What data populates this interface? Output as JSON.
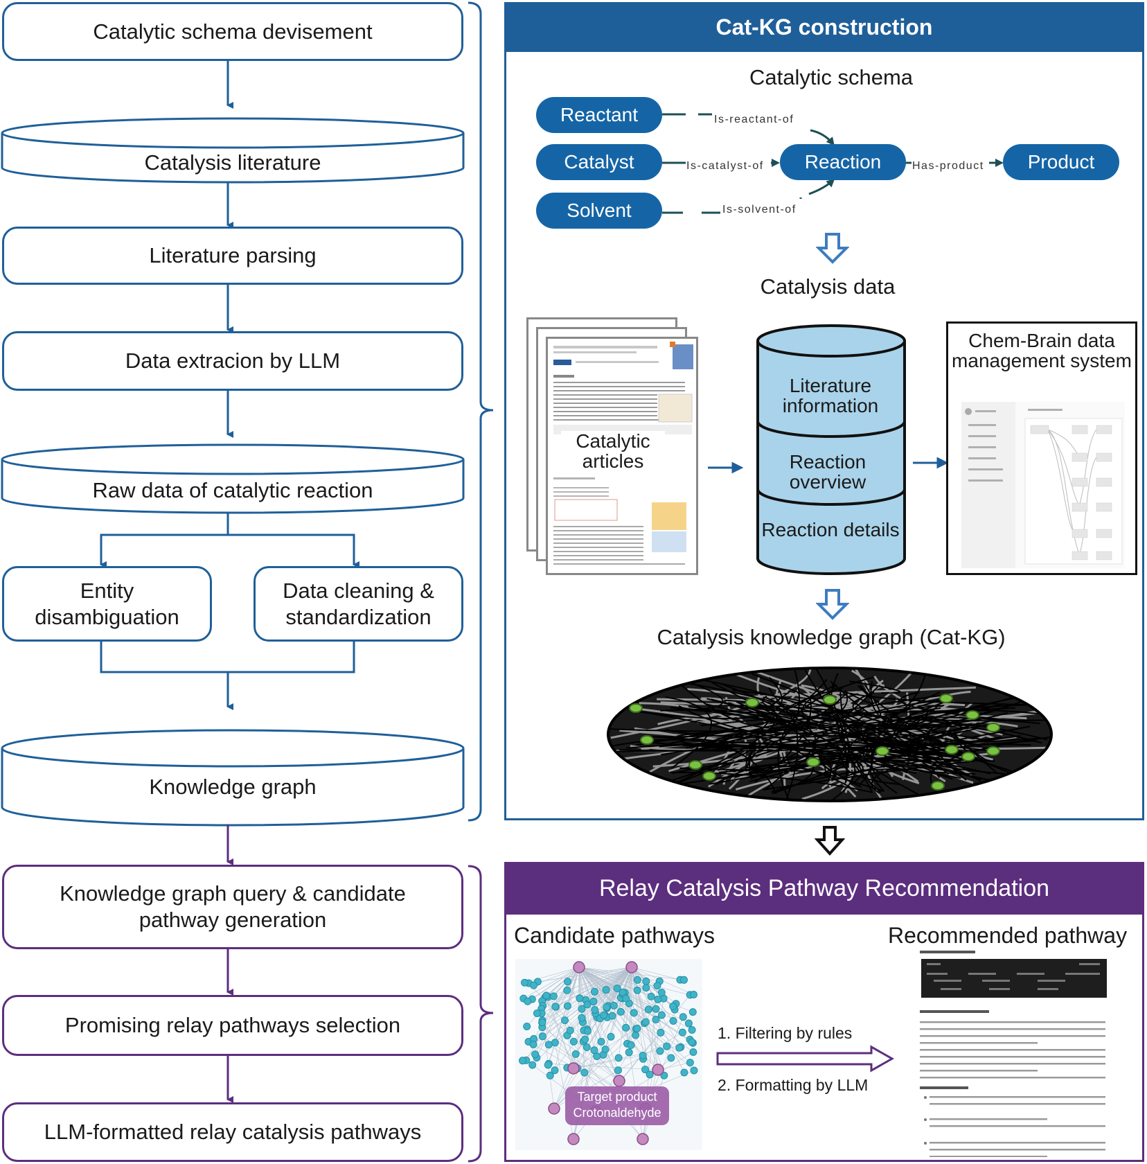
{
  "left_flow": {
    "step1": "Catalytic schema devisement",
    "db1": "Catalysis literature",
    "step2": "Literature parsing",
    "step3": "Data extracion by LLM",
    "db2": "Raw data of catalytic reaction",
    "branch_left": "Entity disambiguation",
    "branch_right": "Data cleaning & standardization",
    "db3": "Knowledge graph",
    "step4": "Knowledge graph query & candidate pathway generation",
    "step5": "Promising relay pathways selection",
    "step6": "LLM-formatted relay catalysis pathways"
  },
  "catkg": {
    "header": "Cat-KG construction",
    "schema_title": "Catalytic schema",
    "nodes": {
      "reactant": "Reactant",
      "catalyst": "Catalyst",
      "solvent": "Solvent",
      "reaction": "Reaction",
      "product": "Product"
    },
    "relations": {
      "is_reactant_of": "Is-reactant-of",
      "is_catalyst_of": "Is-catalyst-of",
      "is_solvent_of": "Is-solvent-of",
      "has_product": "Has-product"
    },
    "data_title": "Catalysis data",
    "articles_label": "Catalytic articles",
    "db_layers": {
      "top": "Literature information",
      "middle": "Reaction overview",
      "bottom": "Reaction details"
    },
    "chem_brain": "Chem-Brain data management system",
    "kg_title": "Catalysis knowledge graph (Cat-KG)"
  },
  "relay": {
    "header": "Relay Catalysis Pathway Recommendation",
    "candidate_title": "Candidate pathways",
    "recommended_title": "Recommended pathway",
    "step_filter": "1. Filtering by rules",
    "step_format": "2. Formatting by LLM",
    "target_line1": "Target product",
    "target_line2": "Crotonaldehyde"
  },
  "colors": {
    "blue": "#1f5f99",
    "pill_blue": "#1565a6",
    "purple": "#5c2e7e",
    "db_fill": "#a9d3ea",
    "node_green": "#7ac142"
  }
}
